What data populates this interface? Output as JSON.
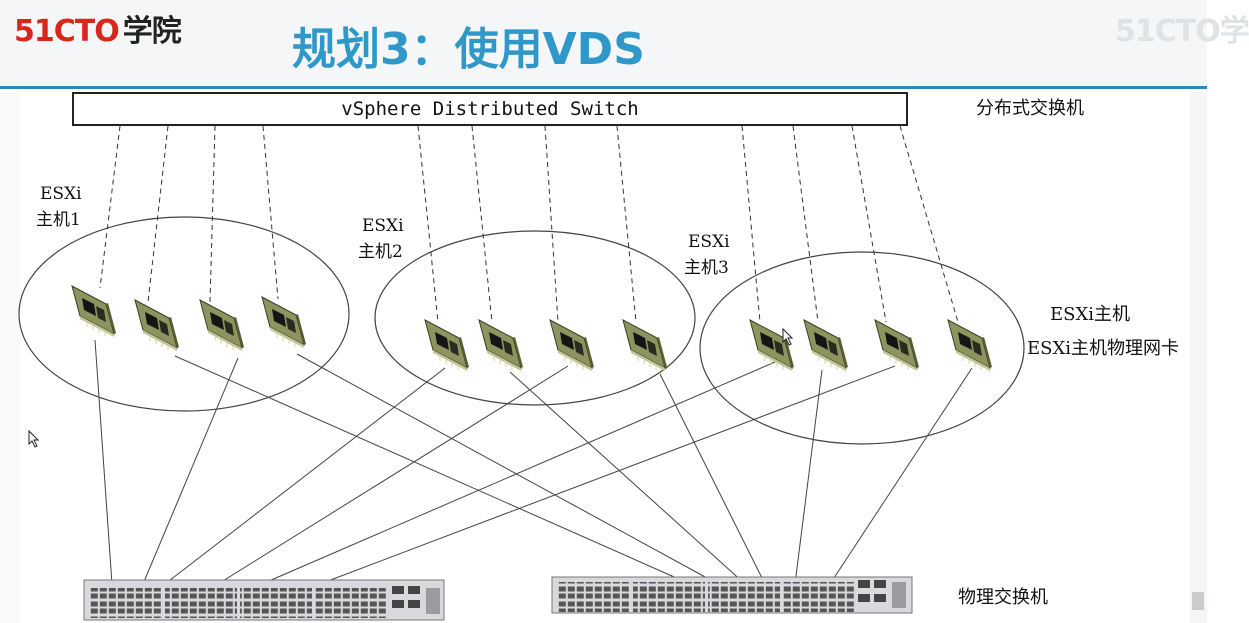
{
  "header": {
    "logo_num": "51CTO",
    "logo_text": "学院",
    "ghost_logo": "51CTO学",
    "title": "规划3：使用VDS"
  },
  "vds": {
    "label": "vSphere Distributed Switch"
  },
  "labels": {
    "distributed_switch": "分布式交换机",
    "host_legend": "ESXi主机",
    "nic_legend": "ESXi主机物理网卡",
    "physical_switch": "物理交换机"
  },
  "hosts": [
    {
      "line1": "ESXi",
      "line2": "主机1"
    },
    {
      "line1": "ESXi",
      "line2": "主机2"
    },
    {
      "line1": "ESXi",
      "line2": "主机3"
    }
  ],
  "icons": [
    "network-card-icon",
    "physical-switch-icon",
    "mouse-cursor-icon"
  ],
  "colors": {
    "title": "#3097c9",
    "logo_red": "#d8281d",
    "header_line": "#2f88b8",
    "nic": "#8e9460"
  }
}
